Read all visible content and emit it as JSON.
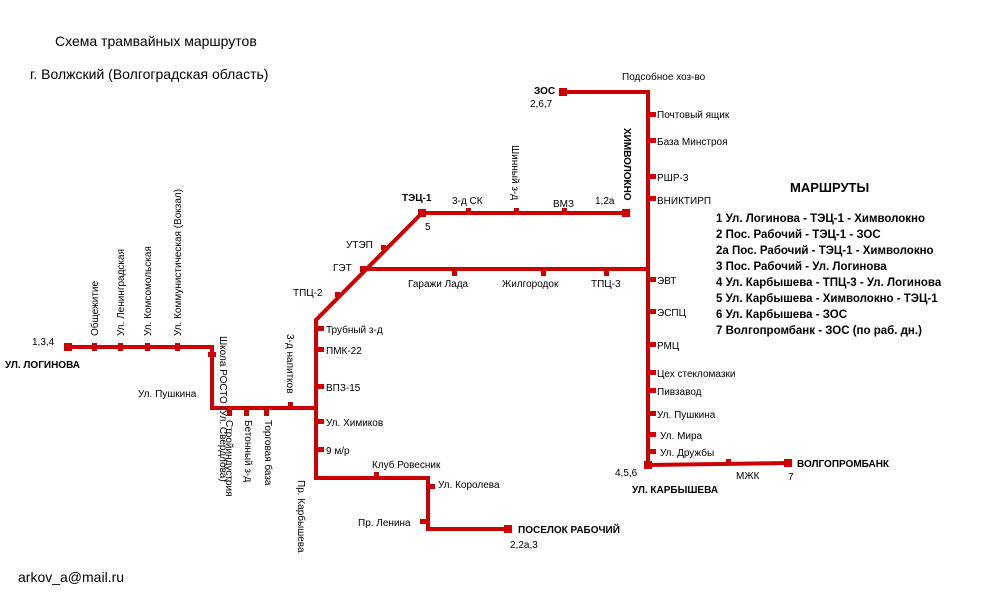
{
  "header": {
    "title": "Схема трамвайных маршрутов",
    "subtitle": "г. Волжский (Волгоградская область)"
  },
  "contact": "arkov_a@mail.ru",
  "colors": {
    "line": "#cc0000",
    "text": "#000000",
    "background": "#ffffff"
  },
  "legend": {
    "title": "МАРШРУТЫ",
    "routes": [
      "1 Ул. Логинова - ТЭЦ-1 - Химволокно",
      "2 Пос. Рабочий - ТЭЦ-1 - ЗОС",
      "2а Пос. Рабочий - ТЭЦ-1 - Химволокно",
      "3 Пос. Рабочий - Ул. Логинова",
      "4 Ул. Карбышева - ТПЦ-3 - Ул. Логинова",
      "5 Ул. Карбышева - Химволокно - ТЭЦ-1",
      "6 Ул. Карбышева - ЗОС",
      "7 Волгопромбанк - ЗОС (по раб. дн.)"
    ]
  },
  "terminals": {
    "loginova": {
      "name": "УЛ. ЛОГИНОВА",
      "routes": "1,3,4"
    },
    "zos": {
      "name": "ЗОС",
      "routes": "2,6,7"
    },
    "tec1": {
      "name": "ТЭЦ-1",
      "routes": "5"
    },
    "himvolokno": {
      "name": "ХИМВОЛОКНО",
      "routes": "1,2а"
    },
    "karbysheva": {
      "name": "УЛ. КАРБЫШЕВА",
      "routes": "4,5,6"
    },
    "volgoprombank": {
      "name": "ВОЛГОПРОМБАНК",
      "routes": "7"
    },
    "rabochiy": {
      "name": "ПОСЕЛОК РАБОЧИЙ",
      "routes": "2,2а,3"
    }
  },
  "stops": {
    "west_vertical": [
      "Общежитие",
      "Ул. Ленинградская",
      "Ул. Комсомольская",
      "Ул. Коммунистическая (Вокзал)",
      "Школа РОСТО (Ул. Свердлова)"
    ],
    "pushkina_west": "Ул. Пушкина",
    "south_vertical": [
      "Стройиндустрия",
      "Бетонный з-д",
      "Торговая база"
    ],
    "napitkov": "3-д напитков",
    "karbysheva_pr": "Пр. Карбышева",
    "central": [
      "Трубный з-д",
      "ПМК-22",
      "ВПЗ-15",
      "Ул. Химиков",
      "9 м/р"
    ],
    "diagonal": [
      "ТПЦ-2",
      "ГЭТ",
      "УТЭП"
    ],
    "south_branch": [
      "Клуб Ровесник",
      "Ул. Королева",
      "Пр. Ленина"
    ],
    "north_line": [
      "3-д СК",
      "Шинный з-д",
      "ВМЗ"
    ],
    "middle_line": [
      "Гаражи Лада",
      "Жилгородок",
      "ТПЦ-3"
    ],
    "east_upper": [
      "Подсобное хоз-во",
      "Почтовый ящик",
      "База Минстроя",
      "РШР-3",
      "ВНИКТИРП"
    ],
    "east_lower": [
      "ЭВТ",
      "ЭСПЦ",
      "РМЦ",
      "Цех стекломазки",
      "Пивзавод",
      "Ул. Пушкина",
      "Ул. Мира",
      "Ул. Дружбы"
    ],
    "mzhk": "МЖК"
  }
}
